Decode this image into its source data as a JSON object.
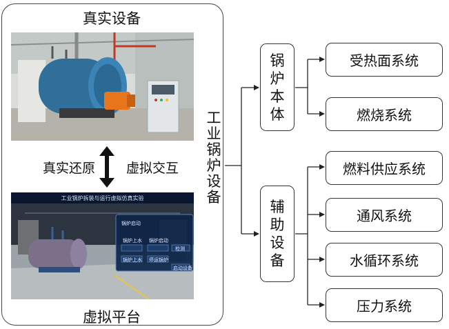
{
  "left_panel": {
    "top_title": "真实设备",
    "bottom_title": "虚拟平台",
    "arrow_left_label": "真实还原",
    "arrow_right_label": "虚拟交互",
    "virtual_screen": {
      "header": "工业锅炉拆装与运行虚拟仿真实验",
      "dialog_title": "锅炉启动",
      "button_1": "锅炉上水",
      "button_2": "锅炉启动",
      "button_3": "检测",
      "button_4": "锅炉上水",
      "button_5": "停运锅炉",
      "button_6": "启动设备"
    }
  },
  "center_label": "工业锅炉设备",
  "groups": [
    {
      "label": "锅炉本体",
      "children": [
        "受热面系统",
        "燃烧系统"
      ]
    },
    {
      "label": "辅助设备",
      "children": [
        "燃料供应系统",
        "通风系统",
        "水循环系统",
        "压力系统"
      ]
    }
  ],
  "colors": {
    "line": "#222222",
    "panel_border": "#444444",
    "boiler_blue": "#2f6f9a",
    "burner_orange": "#e8741c",
    "screen_dark": "#0d1a33"
  }
}
